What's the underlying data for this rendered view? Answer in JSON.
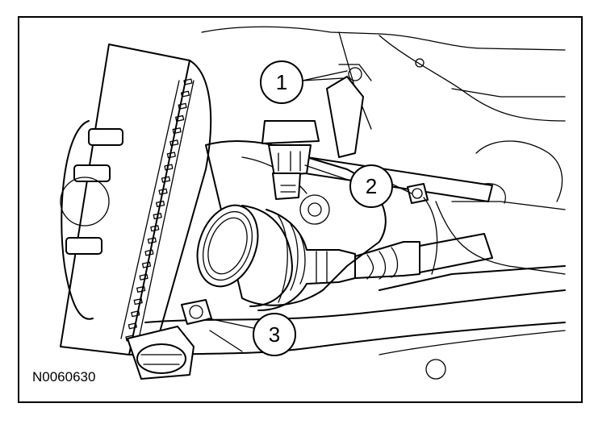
{
  "figure": {
    "code": "N0060630",
    "callouts": [
      {
        "label": "1"
      },
      {
        "label": "2"
      },
      {
        "label": "3"
      }
    ]
  }
}
